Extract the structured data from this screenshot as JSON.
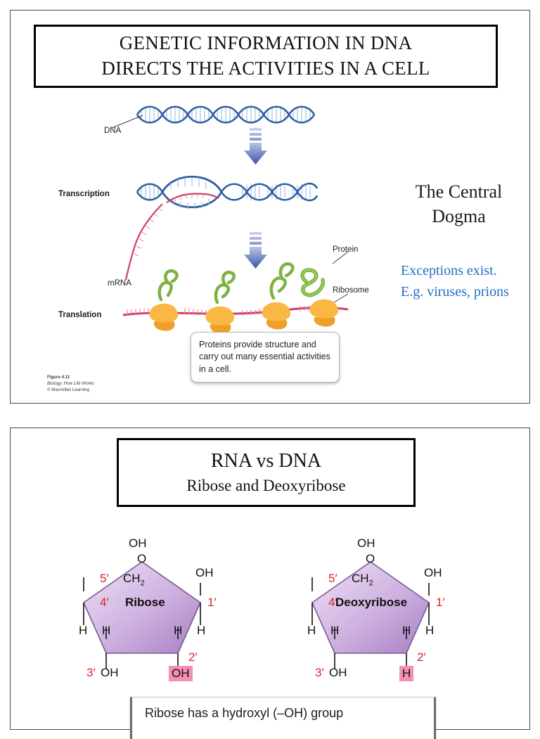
{
  "document": {
    "type": "lecture-slide-handout",
    "page_background": "#ffffff"
  },
  "slide_one": {
    "title_line_1": "GENETIC INFORMATION IN DNA",
    "title_line_2": "DIRECTS THE ACTIVITIES IN A CELL",
    "dogma_heading_line_1": "The Central",
    "dogma_heading_line_2": "Dogma",
    "dogma_note": "Exceptions exist. E.g. viruses, prions",
    "dogma_note_color": "#1f6fc0",
    "figure_labels": {
      "dna": "DNA",
      "transcription": "Transcription",
      "mrna": "mRNA",
      "translation": "Translation",
      "protein": "Protein",
      "ribosome": "Ribosome"
    },
    "caption": "Proteins provide structure and carry out many essential activities in a cell.",
    "credit": {
      "figure_number": "Figure 4.11",
      "source_title": "Biology: How Life Works",
      "publisher": "© Macmillan Learning"
    },
    "colors": {
      "dna_helix": "#2e5fa3",
      "mrna_strand": "#cf3f66",
      "ribosome": "#f5a623",
      "protein_chain": "#7cb342",
      "arrow": "#3b57a6"
    }
  },
  "slide_two": {
    "title_line_1": "RNA vs DNA",
    "title_line_2": "Ribose and Deoxyribose",
    "caption": "Ribose has a hydroxyl (–OH) group",
    "colors": {
      "ring_fill_light": "#e6d6ef",
      "ring_fill_dark": "#a87fc0",
      "prime_number": "#d8232a",
      "highlight": "#f48fb6"
    },
    "ribose": {
      "name": "Ribose",
      "top_oh": "OH",
      "ch2": "CH",
      "ch2_sub": "2",
      "ring_o": "O",
      "right_oh": "OH",
      "right_h": "H",
      "left_h": "H",
      "inner_left_h": "H",
      "inner_right_h": "H",
      "bottom_left_oh": "OH",
      "bottom_right_group": "OH",
      "primes": {
        "five": "5′",
        "four": "4′",
        "three": "3′",
        "two": "2′",
        "one": "1′"
      }
    },
    "deoxyribose": {
      "name": "Deoxyribose",
      "top_oh": "OH",
      "ch2": "CH",
      "ch2_sub": "2",
      "ring_o": "O",
      "right_oh": "OH",
      "right_h": "H",
      "left_h": "H",
      "inner_left_h": "H",
      "inner_right_h": "H",
      "bottom_left_oh": "OH",
      "bottom_right_group": "H",
      "primes": {
        "five": "5′",
        "four": "4′",
        "three": "3′",
        "two": "2′",
        "one": "1′"
      }
    }
  }
}
